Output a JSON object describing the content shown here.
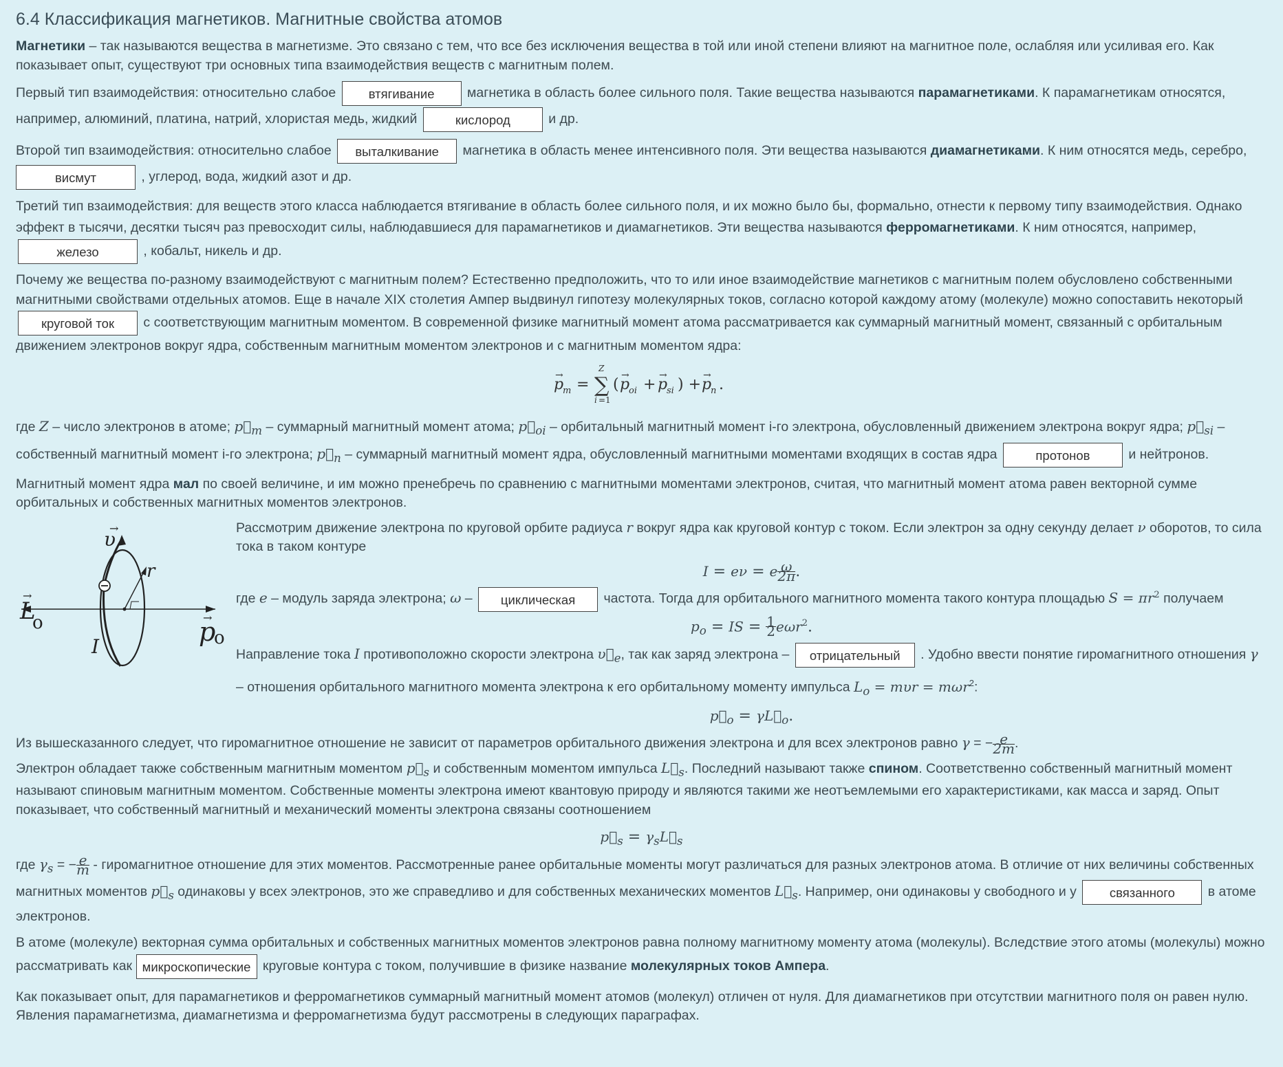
{
  "title": "6.4 Классификация магнетиков. Магнитные свойства атомов",
  "p1": {
    "bold": "Магнетики",
    "text": " – так называются вещества в магнетизме. Это связано с тем, что все без исключения вещества в той или иной степени влияют на магнитное поле, ослабляя или усиливая его. Как показывает опыт, существуют три основных типа взаимодействия веществ с магнитным полем."
  },
  "p2": {
    "t1": "Первый тип взаимодействия: относительно слабое ",
    "gap1": "втягивание",
    "t2": " магнетика в область более сильного поля. Такие вещества называются ",
    "bold": "парамагнетиками",
    "t3": ". К парамагнетикам относятся, например, алюминий, платина, натрий, хлористая медь, жидкий ",
    "gap2": "кислород",
    "t4": " и др."
  },
  "p3": {
    "t1": "Второй тип взаимодействия: относительно слабое ",
    "gap1": "выталкивание",
    "t2": " магнетика в область менее интенсивного поля. Эти вещества называются ",
    "bold": "диамагнетиками",
    "t3": ". К ним относятся медь, серебро, ",
    "gap2": "висмут",
    "t4": " , углерод, вода, жидкий азот и др."
  },
  "p4": {
    "t1": "Третий тип взаимодействия: для веществ этого класса наблюдается втягивание в область более сильного поля, и их можно было бы, формально, отнести к первому типу взаимодействия. Однако эффект в тысячи, десятки тысяч раз превосходит силы, наблюдавшиеся для парамагнетиков и диамагнетиков. Эти вещества называются ",
    "bold": "ферромагнетиками",
    "t2": ". К ним относятся, например, ",
    "gap1": "железо",
    "t3": " , кобальт, никель и др."
  },
  "p5": {
    "t1": "Почему же вещества по-разному взаимодействуют с магнитным полем? Естественно предположить, что то или иное взаимодействие магнетиков с магнитным полем обусловлено собственными магнитными свойствами отдельных атомов. Еще в начале XIX столетия Ампер выдвинул гипотезу молекулярных токов, согласно которой каждому атому (молекуле) можно сопоставить некоторый ",
    "gap1": "круговой ток",
    "t2": " с соответствующим магнитным моментом. В современной физике магнитный момент атома рассматривается как суммарный магнитный момент, связанный с орбитальным движением электронов вокруг ядра, собственным магнитным моментом электронов и с магнитным моментом ядра:"
  },
  "p6": {
    "t1": "где ",
    "t2": " – число электронов в атоме; ",
    "t3": " – суммарный магнитный момент атома; ",
    "t4": " – орбитальный магнитный момент i-го электрона, обусловленный движением электрона вокруг ядра; ",
    "t5": " – собственный магнитный момент i-го электрона; ",
    "t6": " – суммарный магнитный момент ядра, обусловленный магнитными моментами входящих в состав ядра ",
    "gap1": "протонов",
    "t7": " и нейтронов."
  },
  "p7": {
    "t1": "Магнитный момент ядра ",
    "bold": "мал",
    "t2": " по своей величине, и им можно пренебречь по сравнению с магнитными моментами электронов, считая, что магнитный момент атома равен векторной сумме орбитальных и собственных магнитных моментов электронов."
  },
  "p8": {
    "t1": "Рассмотрим движение электрона по круговой орбите радиуса ",
    "t2": " вокруг ядра как круговой контур с током. Если электрон за одну секунду делает ",
    "t3": " оборотов, то сила тока в таком контуре"
  },
  "p9": {
    "t1": "где ",
    "t2": " – модуль заряда электрона; ",
    "t3": " – ",
    "gap1": "циклическая",
    "t4": " частота. Тогда для орбитального магнитного момента такого контура площадью ",
    "t5": " получаем"
  },
  "p10": {
    "t1": "Направление тока ",
    "t2": " противоположно скорости электрона ",
    "t3": ", так как заряд электрона – ",
    "gap1": "отрицательный",
    "t4": " . Удобно ввести понятие гиромагнитного отношения ",
    "t5": " – отношения орбитального магнитного момента электрона к его орбитальному моменту импульса "
  },
  "p11": {
    "t1": "Из вышесказанного следует, что гиромагнитное отношение не зависит от параметров орбитального движения электрона и для всех электронов равно "
  },
  "p12": {
    "t1": "Электрон обладает также собственным магнитным моментом ",
    "t2": " и собственным моментом импульса ",
    "t3": ". Последний называют также ",
    "bold": "спином",
    "t4": ". Соответственно собственный магнитный момент называют спиновым магнитным моментом. Собственные моменты электрона имеют квантовую природу и являются такими же неотъемлемыми его характеристиками, как масса и заряд. Опыт показывает, что собственный магнитный и механический моменты электрона связаны соотношением"
  },
  "p13": {
    "t1": "где ",
    "t2": " - гиромагнитное отношение для этих моментов. Рассмотренные ранее орбитальные моменты могут различаться для разных электронов атома. В отличие от них величины собственных магнитных моментов ",
    "t3": " одинаковы у всех электронов, это же справедливо и для собственных механических моментов ",
    "t4": ". Например, они одинаковы у свободного и у ",
    "gap1": "связанного",
    "t5": " в атоме электронов."
  },
  "p14": {
    "t1": "В атоме (молекуле) векторная сумма орбитальных и собственных магнитных моментов электронов равна полному магнитному моменту атома (молекулы). Вследствие этого атомы (молекулы) можно рассматривать как ",
    "gap1": "микроскопические",
    "t2": " круговые контура с током, получившие в физике название ",
    "bold": "молекулярных токов Ампера",
    "t3": "."
  },
  "p15": {
    "t1": "Как показывает опыт, для парамагнетиков и ферромагнетиков суммарный магнитный момент атомов (молекул) отличен от нуля. Для диамагнетиков при отсутствии магнитного поля он равен нулю. Явления парамагнетизма, диамагнетизма и ферромагнетизма будут рассмотрены в следующих параграфах."
  },
  "figure": {
    "labels": {
      "v": "υ",
      "r": "r",
      "L": "L",
      "L_sub": "o",
      "I": "I",
      "p": "p",
      "p_sub": "o"
    }
  }
}
